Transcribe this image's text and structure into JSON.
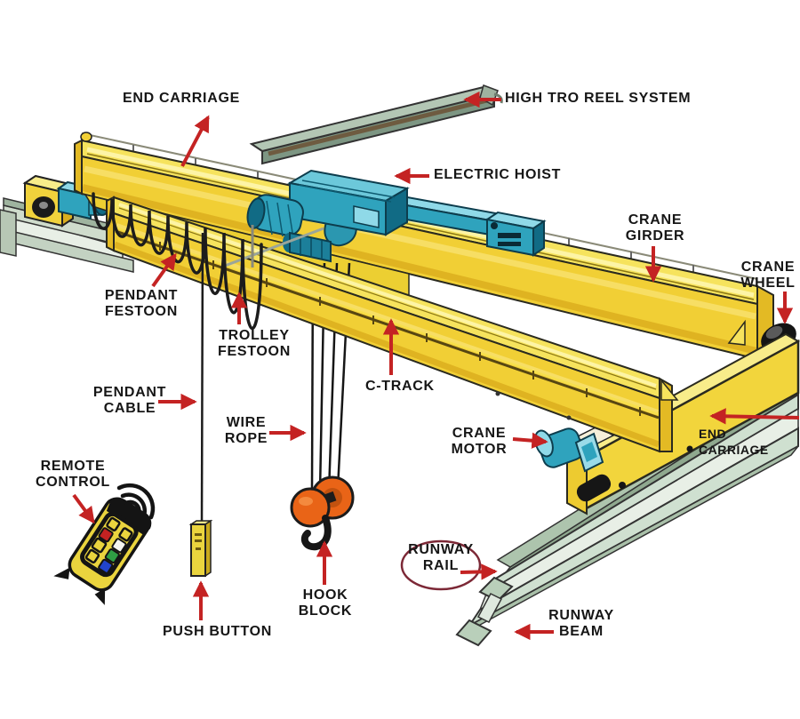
{
  "labels": {
    "end_carriage_top": "END CARRIAGE",
    "high_tro_reel_system": "HIGH TRO REEL SYSTEM",
    "electric_hoist": "ELECTRIC HOIST",
    "crane_girder": "CRANE\nGIRDER",
    "crane_wheel": "CRANE\nWHEEL",
    "pendant_festoon": "PENDANT\nFESTOON",
    "trolley_festoon": "TROLLEY\nFESTOON",
    "c_track": "C-TRACK",
    "pendant_cable": "PENDANT\nCABLE",
    "wire_rope": "WIRE\nROPE",
    "remote_control": "REMOTE\nCONTROL",
    "crane_motor": "CRANE\nMOTOR",
    "end_carriage_right": "END CARRIAGE",
    "runway_rail": "RUNWAY\nRAIL",
    "hook_block": "HOOK\nBLOCK",
    "push_button": "PUSH BUTTON",
    "runway_beam": "RUNWAY\nBEAM"
  },
  "colors": {
    "background": "#ffffff",
    "label_text": "#161616",
    "arrow_red": "#c42323",
    "girder_yellow": "#f1cf35",
    "girder_yellow_light": "#f6e35d",
    "girder_yellow_dark": "#e3ba24",
    "deck_yellow": "#eccf32",
    "hoist_teal": "#2fa3bd",
    "hoist_teal_light": "#8fd9e8",
    "hoist_teal_dark": "#116b85",
    "runway_beam_green": "#cfe0d0",
    "runway_beam_green_light": "#e8efe6",
    "rail_gray_green": "#adc4ad",
    "hook_orange": "#e96417",
    "cable_black": "#1c1c1c",
    "remote_yellow": "#ead43e",
    "runway_rail_ellipse": "#7c2836"
  }
}
